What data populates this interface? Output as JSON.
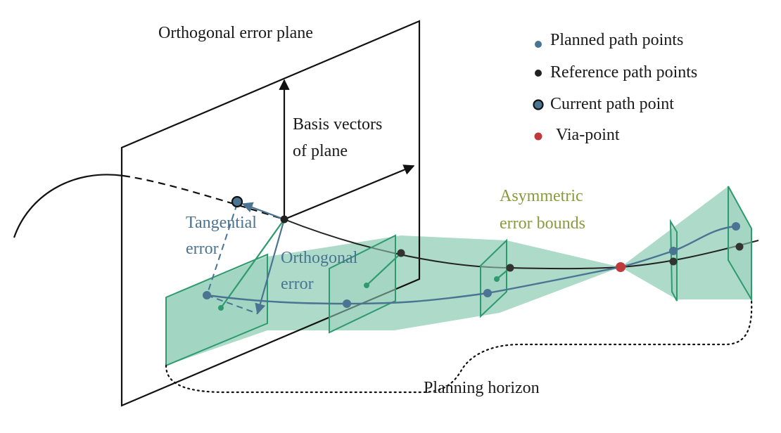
{
  "labels": {
    "plane_title": "Orthogonal error plane",
    "basis_line1": "Basis vectors",
    "basis_line2": "of plane",
    "tangential_line1": "Tangential",
    "tangential_line2": "error",
    "orthogonal_line1": "Orthogonal",
    "orthogonal_line2": "error",
    "asym_line1": "Asymmetric",
    "asym_line2": "error bounds",
    "horizon": "Planning horizon"
  },
  "legend": [
    {
      "label": "Planned path points",
      "marker": "planned"
    },
    {
      "label": "Reference path points",
      "marker": "reference"
    },
    {
      "label": "Current path point",
      "marker": "current"
    },
    {
      "label": "Via-point",
      "marker": "via"
    }
  ],
  "colors": {
    "planned": "#4a7491",
    "reference": "#333333",
    "current_fill": "#4a7491",
    "current_stroke": "#111111",
    "via": "#c0393b",
    "bounds_fill": "#9fd4c0",
    "bounds_stroke": "#2e9a6e",
    "error_arrow": "#2e9a6e",
    "olive_text": "#8a9a3c"
  }
}
